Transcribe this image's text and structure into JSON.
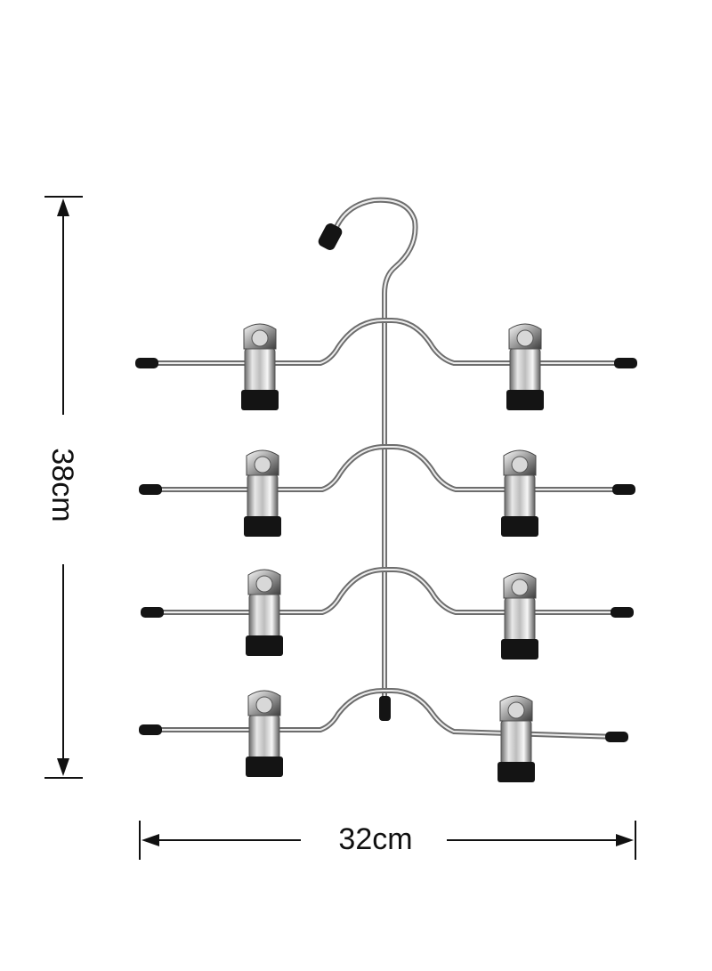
{
  "dimensions": {
    "height_label": "38cm",
    "width_label": "32cm"
  },
  "product": {
    "tiers": 4,
    "clips_per_tier": 2
  },
  "colors": {
    "background": "#ffffff",
    "metal_light": "#f2f2f2",
    "metal_mid": "#a9a9a9",
    "metal_dark": "#555555",
    "rubber": "#141414",
    "annotation": "#111111"
  }
}
